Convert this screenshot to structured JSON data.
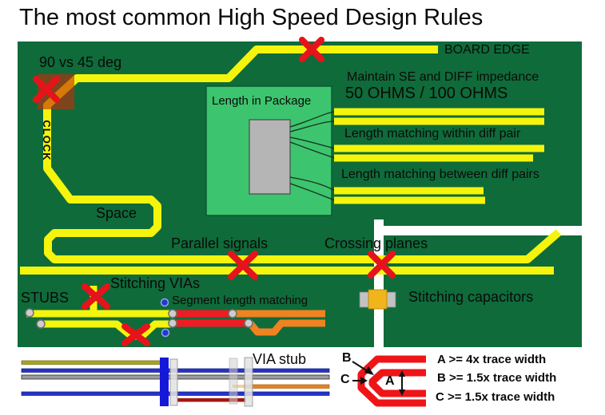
{
  "title": "The most common High Speed Design Rules",
  "board": {
    "board_edge": "BOARD EDGE",
    "corner_rule": "90 vs 45 deg",
    "clock": "CLOCK",
    "impedance_rule": "Maintain SE and DIFF impedance",
    "impedance_values": "50 OHMS / 100 OHMS",
    "length_in_package": "Length in Package",
    "length_within_pair": "Length matching within diff pair",
    "length_between_pairs": "Length matching between diff pairs",
    "space": "Space",
    "parallel_signals": "Parallel signals",
    "crossing_planes": "Crossing planes",
    "stitching_vias": "Stitching VIAs",
    "stubs": "STUBS",
    "segment_length_matching": "Segment length matching",
    "stitching_capacitors": "Stitching capacitors"
  },
  "stackup": {
    "via_stub": "VIA stub"
  },
  "bend_rules": {
    "label_a": "A",
    "label_b": "B",
    "label_c": "C",
    "rule_a": "A >= 4x trace width",
    "rule_b": "B >= 1.5x trace width",
    "rule_c": "C >= 1.5x trace width"
  },
  "colors": {
    "board_green": "#0f6b3a",
    "package_green": "#3dc46e",
    "die_gray": "#b5b5b5",
    "trace_yellow": "#f4f40c",
    "error_red": "#e6131b",
    "signal_red": "#ee1c25",
    "signal_orange": "#ef8221",
    "plane_split_white": "#ffffff",
    "capacitor_body": "#f1b51c",
    "stackup_blue": "#2733cb"
  }
}
